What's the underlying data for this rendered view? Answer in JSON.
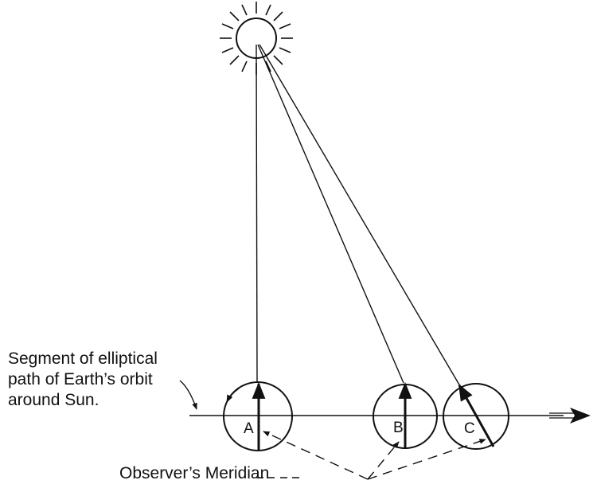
{
  "orbit_label": {
    "line1": "Segment of elliptical",
    "line2": "path of Earth’s orbit",
    "line3": "around Sun."
  },
  "meridian_label": "Observer’s Meridian",
  "positions": {
    "a": "A",
    "b": "B",
    "c": "C"
  },
  "colors": {
    "ink": "#111111",
    "background": "#ffffff"
  },
  "icons": {
    "sun": "sun-icon",
    "orbit_arrow": "arrow-right-icon"
  }
}
